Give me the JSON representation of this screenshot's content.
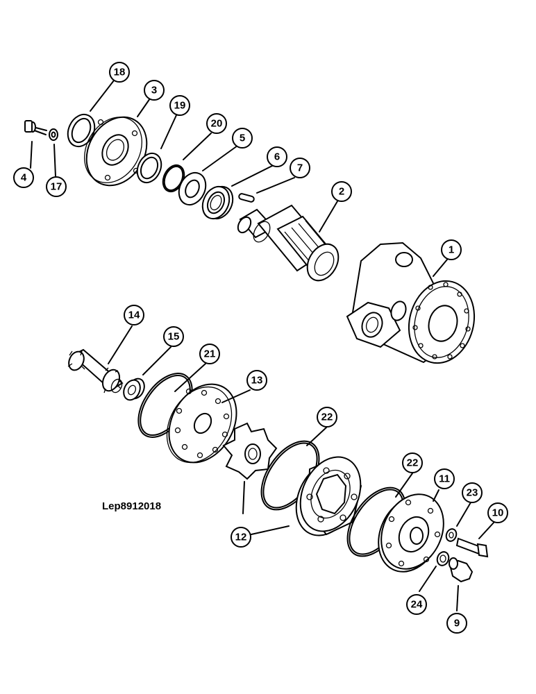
{
  "callouts": [
    {
      "id": "c18",
      "label": "18"
    },
    {
      "id": "c3",
      "label": "3"
    },
    {
      "id": "c19",
      "label": "19"
    },
    {
      "id": "c20",
      "label": "20"
    },
    {
      "id": "c5",
      "label": "5"
    },
    {
      "id": "c6",
      "label": "6"
    },
    {
      "id": "c7",
      "label": "7"
    },
    {
      "id": "c2",
      "label": "2"
    },
    {
      "id": "c1",
      "label": "1"
    },
    {
      "id": "c4",
      "label": "4"
    },
    {
      "id": "c17",
      "label": "17"
    },
    {
      "id": "c14",
      "label": "14"
    },
    {
      "id": "c15",
      "label": "15"
    },
    {
      "id": "c21",
      "label": "21"
    },
    {
      "id": "c13",
      "label": "13"
    },
    {
      "id": "c22a",
      "label": "22"
    },
    {
      "id": "c22b",
      "label": "22"
    },
    {
      "id": "c11",
      "label": "11"
    },
    {
      "id": "c23",
      "label": "23"
    },
    {
      "id": "c10",
      "label": "10"
    },
    {
      "id": "c12",
      "label": "12"
    },
    {
      "id": "c24",
      "label": "24"
    },
    {
      "id": "c9",
      "label": "9"
    }
  ],
  "caption": "Lep8912018"
}
